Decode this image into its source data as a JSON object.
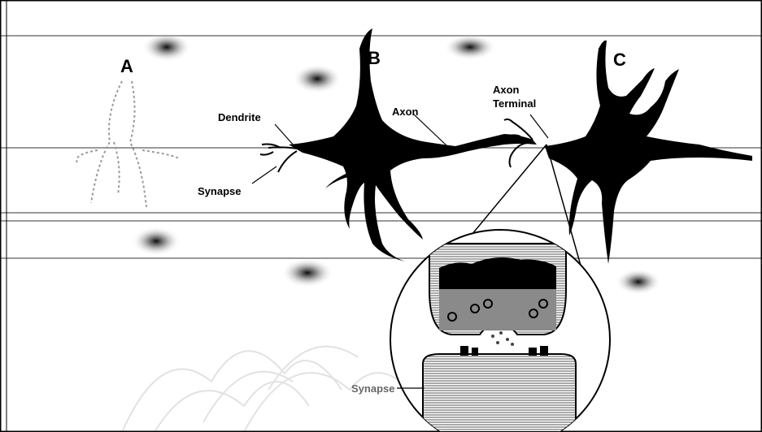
{
  "diagram": {
    "neuron_labels": {
      "a": "A",
      "b": "B",
      "c": "C"
    },
    "parts": {
      "dendrite": "Dendrite",
      "synapse": "Synapse",
      "axon": "Axon",
      "axon_terminal_line1": "Axon",
      "axon_terminal_line2": "Terminal",
      "inset_synapse": "Synapse"
    },
    "colors": {
      "ink": "#000000",
      "vesicle_fill": "#8a8a8a",
      "watermark": "#e2e2e2",
      "scan_line": "#333333"
    },
    "icons": [
      "neuron-a-icon",
      "neuron-b-icon",
      "neuron-c-icon",
      "synapse-magnifier-icon"
    ]
  }
}
